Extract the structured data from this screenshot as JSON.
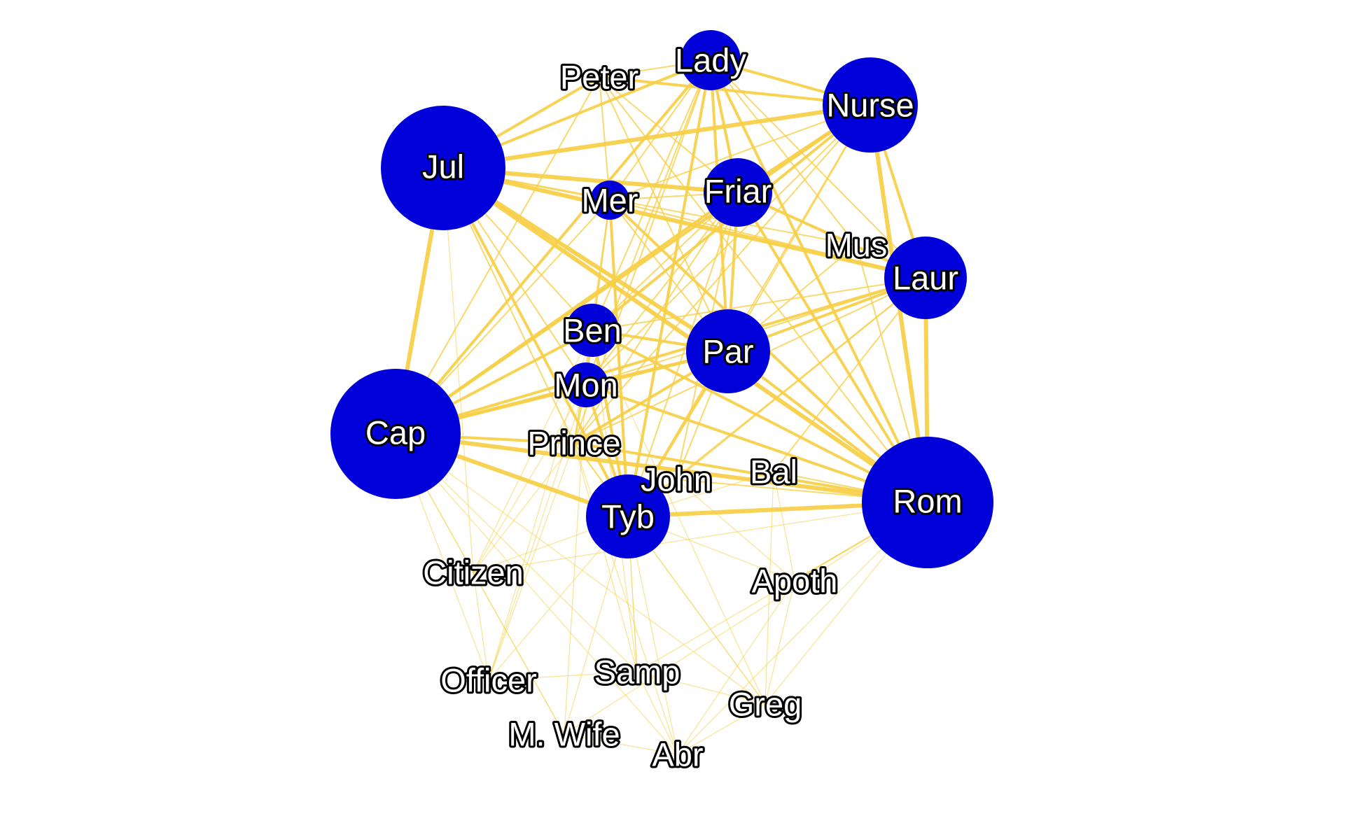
{
  "diagram": {
    "type": "network-graph",
    "edge_color": "#f7d04a",
    "node_color": "#0000d8",
    "label_fill": "#ffffff",
    "label_outline": "#000000",
    "background": "#ffffff"
  },
  "nodes": [
    {
      "id": "Jul",
      "label": "Jul",
      "weight": 1.0
    },
    {
      "id": "Cap",
      "label": "Cap",
      "weight": 1.0
    },
    {
      "id": "Rom",
      "label": "Rom",
      "weight": 1.0
    },
    {
      "id": "Nurse",
      "label": "Nurse",
      "weight": 0.72
    },
    {
      "id": "Laur",
      "label": "Laur",
      "weight": 0.66
    },
    {
      "id": "Par",
      "label": "Par",
      "weight": 0.64
    },
    {
      "id": "Tyb",
      "label": "Tyb",
      "weight": 0.64
    },
    {
      "id": "Friar",
      "label": "Friar",
      "weight": 0.53
    },
    {
      "id": "Lady",
      "label": "Lady",
      "weight": 0.47
    },
    {
      "id": "Ben",
      "label": "Ben",
      "weight": 0.42
    },
    {
      "id": "Mon",
      "label": "Mon",
      "weight": 0.35
    },
    {
      "id": "Mer",
      "label": "Mer",
      "weight": 0.28
    },
    {
      "id": "Peter",
      "label": "Peter",
      "weight": 0.0
    },
    {
      "id": "Mus",
      "label": "Mus",
      "weight": 0.0
    },
    {
      "id": "Prince",
      "label": "Prince",
      "weight": 0.0
    },
    {
      "id": "John",
      "label": "John",
      "weight": 0.0
    },
    {
      "id": "Bal",
      "label": "Bal",
      "weight": 0.0
    },
    {
      "id": "Citizen",
      "label": "Citizen",
      "weight": 0.0
    },
    {
      "id": "Apoth",
      "label": "Apoth",
      "weight": 0.0
    },
    {
      "id": "Officer",
      "label": "Officer",
      "weight": 0.0
    },
    {
      "id": "Samp",
      "label": "Samp",
      "weight": 0.0
    },
    {
      "id": "Greg",
      "label": "Greg",
      "weight": 0.0
    },
    {
      "id": "MWife",
      "label": "M. Wife",
      "weight": 0.0
    },
    {
      "id": "Abr",
      "label": "Abr",
      "weight": 0.0
    }
  ],
  "edges": [
    [
      "Jul",
      "Cap",
      3
    ],
    [
      "Jul",
      "Nurse",
      3
    ],
    [
      "Jul",
      "Rom",
      3
    ],
    [
      "Jul",
      "Par",
      3
    ],
    [
      "Jul",
      "Laur",
      3
    ],
    [
      "Jul",
      "Lady",
      2
    ],
    [
      "Jul",
      "Friar",
      3
    ],
    [
      "Jul",
      "Peter",
      2
    ],
    [
      "Jul",
      "Tyb",
      2
    ],
    [
      "Jul",
      "Mus",
      1
    ],
    [
      "Jul",
      "Ben",
      1
    ],
    [
      "Jul",
      "Mon",
      1
    ],
    [
      "Jul",
      "Mer",
      1
    ],
    [
      "Jul",
      "Prince",
      1
    ],
    [
      "Jul",
      "Citizen",
      0.5
    ],
    [
      "Cap",
      "Lady",
      2
    ],
    [
      "Cap",
      "Nurse",
      2
    ],
    [
      "Cap",
      "Rom",
      3
    ],
    [
      "Cap",
      "Tyb",
      3
    ],
    [
      "Cap",
      "Par",
      2
    ],
    [
      "Cap",
      "Friar",
      2
    ],
    [
      "Cap",
      "Laur",
      2
    ],
    [
      "Cap",
      "Peter",
      1
    ],
    [
      "Cap",
      "Ben",
      2
    ],
    [
      "Cap",
      "Mon",
      2
    ],
    [
      "Cap",
      "Prince",
      2
    ],
    [
      "Cap",
      "Mer",
      1
    ],
    [
      "Cap",
      "Citizen",
      0.5
    ],
    [
      "Cap",
      "Officer",
      0.5
    ],
    [
      "Cap",
      "Samp",
      0.5
    ],
    [
      "Cap",
      "Greg",
      0.5
    ],
    [
      "Cap",
      "MWife",
      0.5
    ],
    [
      "Cap",
      "Abr",
      0.5
    ],
    [
      "Rom",
      "Nurse",
      3
    ],
    [
      "Rom",
      "Laur",
      3
    ],
    [
      "Rom",
      "Friar",
      2
    ],
    [
      "Rom",
      "Lady",
      2
    ],
    [
      "Rom",
      "Mer",
      2
    ],
    [
      "Rom",
      "Ben",
      2
    ],
    [
      "Rom",
      "Tyb",
      3
    ],
    [
      "Rom",
      "Par",
      2
    ],
    [
      "Rom",
      "Mon",
      2
    ],
    [
      "Rom",
      "Prince",
      2
    ],
    [
      "Rom",
      "Peter",
      1
    ],
    [
      "Rom",
      "John",
      1
    ],
    [
      "Rom",
      "Bal",
      1
    ],
    [
      "Rom",
      "Apoth",
      1
    ],
    [
      "Rom",
      "Mus",
      1
    ],
    [
      "Rom",
      "Greg",
      0.5
    ],
    [
      "Rom",
      "Samp",
      0.5
    ],
    [
      "Rom",
      "Abr",
      0.5
    ],
    [
      "Rom",
      "Citizen",
      0.5
    ],
    [
      "Rom",
      "MWife",
      0.5
    ],
    [
      "Nurse",
      "Lady",
      2
    ],
    [
      "Nurse",
      "Peter",
      2
    ],
    [
      "Nurse",
      "Par",
      1
    ],
    [
      "Nurse",
      "Laur",
      2
    ],
    [
      "Nurse",
      "Tyb",
      1
    ],
    [
      "Nurse",
      "Ben",
      2
    ],
    [
      "Nurse",
      "Mer",
      1
    ],
    [
      "Nurse",
      "Friar",
      2
    ],
    [
      "Nurse",
      "Mon",
      1
    ],
    [
      "Nurse",
      "Prince",
      1
    ],
    [
      "Laur",
      "Friar",
      2
    ],
    [
      "Laur",
      "Par",
      2
    ],
    [
      "Laur",
      "Lady",
      1
    ],
    [
      "Laur",
      "Ben",
      1
    ],
    [
      "Laur",
      "Tyb",
      1
    ],
    [
      "Laur",
      "Mon",
      1
    ],
    [
      "Laur",
      "Prince",
      1
    ],
    [
      "Laur",
      "Bal",
      1
    ],
    [
      "Laur",
      "John",
      1
    ],
    [
      "Laur",
      "Mer",
      1
    ],
    [
      "Par",
      "Friar",
      2
    ],
    [
      "Par",
      "Lady",
      2
    ],
    [
      "Par",
      "Tyb",
      2
    ],
    [
      "Par",
      "Ben",
      2
    ],
    [
      "Par",
      "Mon",
      2
    ],
    [
      "Par",
      "Prince",
      2
    ],
    [
      "Par",
      "Mer",
      1
    ],
    [
      "Par",
      "Peter",
      1
    ],
    [
      "Par",
      "Mus",
      1
    ],
    [
      "Par",
      "John",
      1
    ],
    [
      "Tyb",
      "Ben",
      2
    ],
    [
      "Tyb",
      "Mer",
      2
    ],
    [
      "Tyb",
      "Mon",
      2
    ],
    [
      "Tyb",
      "Lady",
      2
    ],
    [
      "Tyb",
      "Prince",
      1
    ],
    [
      "Tyb",
      "Friar",
      1
    ],
    [
      "Tyb",
      "Citizen",
      0.5
    ],
    [
      "Tyb",
      "Officer",
      0.5
    ],
    [
      "Tyb",
      "Samp",
      0.5
    ],
    [
      "Tyb",
      "Greg",
      0.5
    ],
    [
      "Tyb",
      "Abr",
      0.5
    ],
    [
      "Tyb",
      "MWife",
      0.5
    ],
    [
      "Tyb",
      "Apoth",
      0.5
    ],
    [
      "Tyb",
      "Bal",
      0.5
    ],
    [
      "Friar",
      "Lady",
      2
    ],
    [
      "Friar",
      "Mer",
      1
    ],
    [
      "Friar",
      "Ben",
      1
    ],
    [
      "Friar",
      "John",
      1
    ],
    [
      "Friar",
      "Mus",
      1
    ],
    [
      "Friar",
      "Mon",
      1
    ],
    [
      "Friar",
      "Peter",
      1
    ],
    [
      "Friar",
      "Prince",
      1
    ],
    [
      "Lady",
      "Peter",
      1
    ],
    [
      "Lady",
      "Ben",
      1
    ],
    [
      "Lady",
      "Mon",
      1
    ],
    [
      "Lady",
      "Mer",
      1
    ],
    [
      "Lady",
      "Prince",
      1
    ],
    [
      "Lady",
      "Mus",
      1
    ],
    [
      "Ben",
      "Mon",
      1
    ],
    [
      "Ben",
      "Mer",
      1
    ],
    [
      "Ben",
      "Prince",
      1
    ],
    [
      "Ben",
      "Samp",
      0.5
    ],
    [
      "Ben",
      "Officer",
      0.5
    ],
    [
      "Ben",
      "Citizen",
      0.5
    ],
    [
      "Ben",
      "Greg",
      0.5
    ],
    [
      "Mon",
      "Prince",
      1
    ],
    [
      "Mon",
      "Mer",
      1
    ],
    [
      "Mon",
      "Citizen",
      0.5
    ],
    [
      "Mon",
      "MWife",
      0.5
    ],
    [
      "Mon",
      "Officer",
      0.5
    ],
    [
      "Mer",
      "Peter",
      1
    ],
    [
      "Mer",
      "Prince",
      0.5
    ],
    [
      "Mer",
      "Samp",
      0.5
    ],
    [
      "Prince",
      "Citizen",
      0.5
    ],
    [
      "Prince",
      "Officer",
      0.5
    ],
    [
      "Prince",
      "Samp",
      0.5
    ],
    [
      "Prince",
      "Greg",
      0.5
    ],
    [
      "Prince",
      "Abr",
      0.5
    ],
    [
      "John",
      "Apoth",
      0.5
    ],
    [
      "Bal",
      "Apoth",
      0.5
    ],
    [
      "Bal",
      "Greg",
      0.5
    ],
    [
      "Samp",
      "Greg",
      0.5
    ],
    [
      "Samp",
      "Abr",
      0.5
    ],
    [
      "Greg",
      "Abr",
      0.5
    ],
    [
      "Officer",
      "Citizen",
      0.5
    ],
    [
      "MWife",
      "Citizen",
      0.5
    ],
    [
      "Apoth",
      "Greg",
      0.5
    ],
    [
      "Apoth",
      "Abr",
      0.5
    ],
    [
      "Officer",
      "Samp",
      0.5
    ],
    [
      "MWife",
      "Abr",
      0.5
    ]
  ]
}
